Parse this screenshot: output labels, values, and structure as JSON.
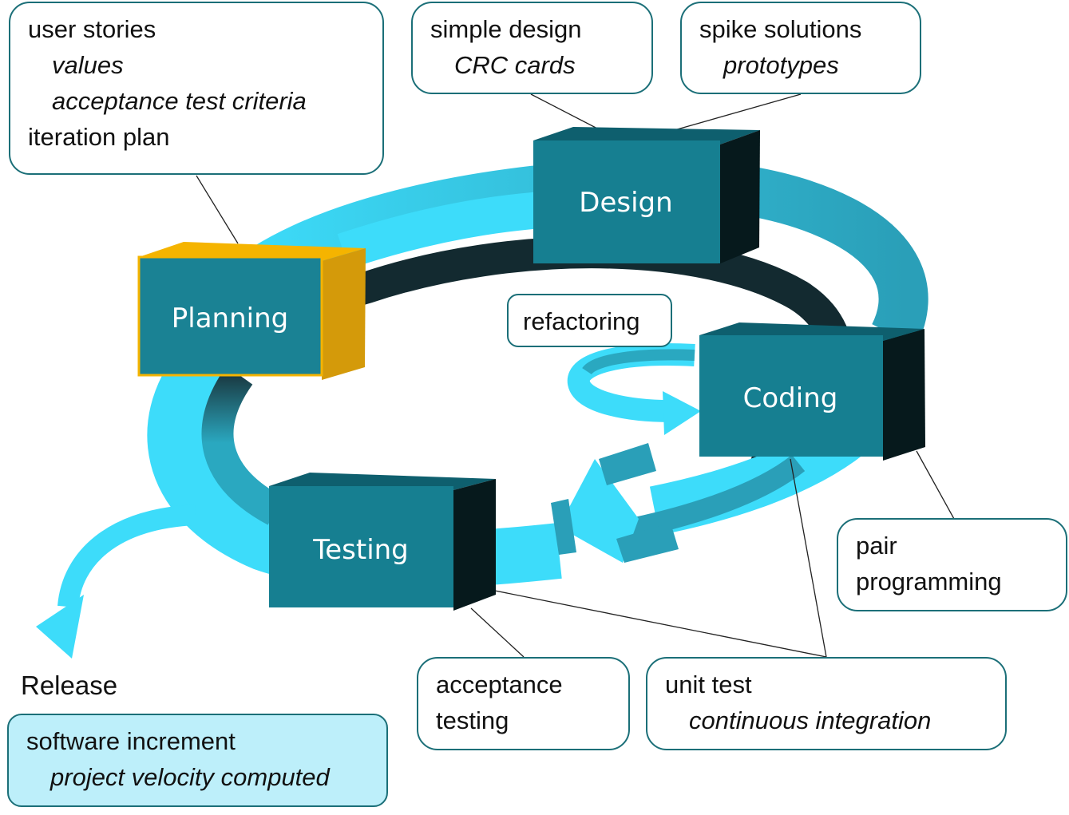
{
  "phases": {
    "planning": "Planning",
    "design": "Design",
    "coding": "Coding",
    "testing": "Testing"
  },
  "callouts": {
    "planning": {
      "lines": [
        {
          "text": "user stories",
          "italic": false
        },
        {
          "text": "values",
          "italic": true
        },
        {
          "text": "acceptance test criteria",
          "italic": true
        },
        {
          "text": "iteration plan",
          "italic": false
        }
      ]
    },
    "simple_design": {
      "lines": [
        {
          "text": "simple design",
          "italic": false
        },
        {
          "text": "CRC cards",
          "italic": true
        }
      ]
    },
    "spike": {
      "lines": [
        {
          "text": "spike solutions",
          "italic": false
        },
        {
          "text": "prototypes",
          "italic": true
        }
      ]
    },
    "refactoring": {
      "lines": [
        {
          "text": "refactoring",
          "italic": false
        }
      ]
    },
    "pair": {
      "lines": [
        {
          "text": "pair",
          "italic": false
        },
        {
          "text": "programming",
          "italic": false
        }
      ]
    },
    "acceptance": {
      "lines": [
        {
          "text": "acceptance",
          "italic": false
        },
        {
          "text": "testing",
          "italic": false
        }
      ]
    },
    "unit_test": {
      "lines": [
        {
          "text": "unit test",
          "italic": false
        },
        {
          "text": "continuous integration",
          "italic": true
        }
      ]
    },
    "release": {
      "lines": [
        {
          "text": "software increment",
          "italic": false
        },
        {
          "text": "project velocity computed",
          "italic": true
        }
      ]
    }
  },
  "release_label": "Release",
  "colors": {
    "ring": "#3ddcfa",
    "ring_shadow": "#2aa8c0",
    "box_front": "#167f91",
    "box_top": "#0e5f6e",
    "box_side": "#06191c",
    "planning_front": "#1a8294",
    "planning_top": "#f5b400",
    "planning_side": "#d49a0a",
    "callout_border": "#1b6f78",
    "release_fill": "#bdeffa"
  }
}
